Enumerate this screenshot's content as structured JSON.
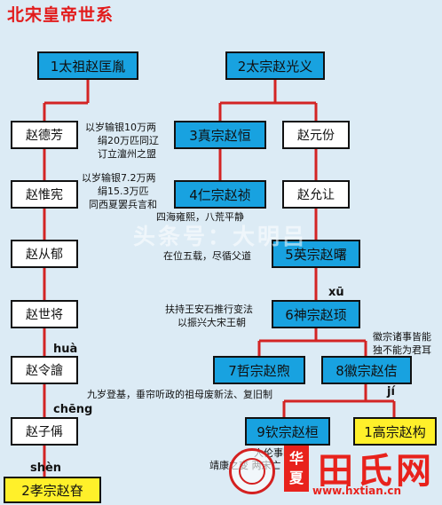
{
  "title": "北宋皇帝世系",
  "nodes": {
    "taizu": "1太祖赵匡胤",
    "taizong": "2太宗赵光义",
    "defang": "赵德芳",
    "zhenzong": "3真宗赵恒",
    "yuanfen": "赵元份",
    "weixian": "赵惟宪",
    "renzong": "4仁宗赵祯",
    "yunrang": "赵允让",
    "congyu": "赵从郁",
    "yingzong": "5英宗赵曙",
    "shijiang": "赵世将",
    "shenzong": "6神宗赵顼",
    "lingyu": "赵令譮",
    "zhezong": "7哲宗赵煦",
    "huizong": "8徽宗赵佶",
    "zicheng": "赵子偁",
    "qinzong": "9钦宗赵桓",
    "gaozong": "1高宗赵构",
    "xiaozong": "2孝宗赵昚"
  },
  "annotations": {
    "zhenzong_1": "以岁输银10万两",
    "zhenzong_2": "绢20万匹同辽",
    "zhenzong_3": "订立澶州之盟",
    "renzong_1": "以岁输银7.2万两",
    "renzong_2": "绢15.3万匹",
    "renzong_3": "同西夏罢兵言和",
    "renzong_4": "四海雍熙，八荒平静",
    "yingzong": "在位五载，尽循父道",
    "shenzong_1": "扶持王安石推行变法",
    "shenzong_2": "以振兴大宋王朝",
    "huizong_1": "徽宗诸事皆能",
    "huizong_2": "独不能为君耳",
    "zhezong": "九岁登基，垂帘听政的祖母废新法、复旧制",
    "qinzong_1": "人伦事断",
    "qinzong_2": "靖康之变 两宋亡 北去"
  },
  "pinyin": {
    "xu": "xū",
    "hua": "huà",
    "ji": "jí",
    "cheng": "chēng",
    "shen": "shèn"
  },
  "watermark": "头条号：大明吕",
  "logo": {
    "c1": "华",
    "c2": "夏",
    "text": "田氏网",
    "url": "www.hxtian.cn"
  }
}
